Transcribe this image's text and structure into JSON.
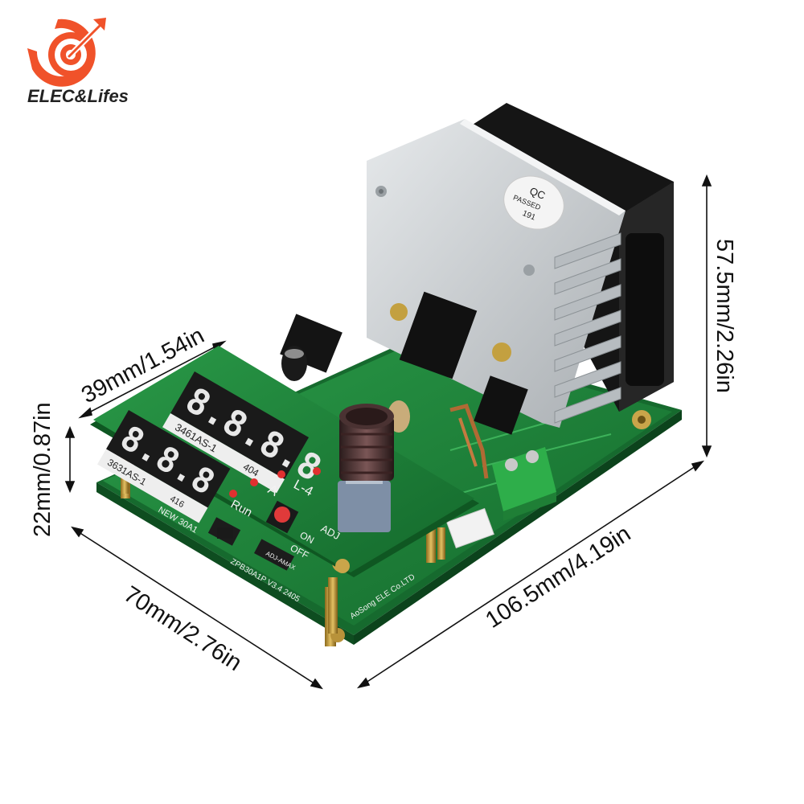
{
  "brand": {
    "name": "ELEC&Lifes",
    "accent_color": "#f0522a",
    "icon": "target-arrow-logo"
  },
  "dimensions": {
    "top_width": "39mm/1.54in",
    "height_small": "22mm/0.87in",
    "depth": "70mm/2.76in",
    "length": "106.5mm/4.19in",
    "height_total": "57.5mm/2.26in"
  },
  "board": {
    "display_upper_part": "3461AS-1",
    "display_upper_code": "404",
    "display_lower_part": "3631AS-1",
    "display_lower_code": "416",
    "label_a": "A",
    "label_mode": "L-4",
    "label_run": "Run",
    "label_adj": "ADJ",
    "label_on": "ON",
    "label_off": "OFF",
    "label_new": "NEW 30A1",
    "model": "ZPB30A1P V3.4 2405",
    "maker": "AoSong ELE Co.LTD",
    "label_amax": "ADJ-AMAX",
    "heatsink_sticker_top": "QC",
    "heatsink_sticker_mid": "PASSED",
    "heatsink_sticker_bottom": "191",
    "board_color": "#1f8a3c",
    "heatsink_color": "#cfd3d6",
    "fan_color": "#1b1b1b"
  }
}
